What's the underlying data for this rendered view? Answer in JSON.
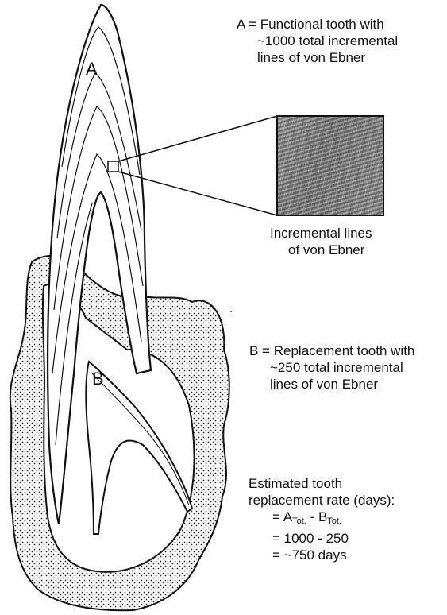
{
  "labels": {
    "tooth_a_letter": "A",
    "tooth_b_letter": "B",
    "a_desc": {
      "key": "A =",
      "line1": "Functional tooth with",
      "line2": "~1000 total incremental",
      "line3": "lines of von Ebner"
    },
    "inset_caption": {
      "line1": "Incremental lines",
      "line2": "of von Ebner"
    },
    "b_desc": {
      "key": "B =",
      "line1": "Replacement tooth with",
      "line2": "~250 total incremental",
      "line3": "lines of von Ebner"
    },
    "estimate": {
      "line1": "Estimated tooth",
      "line2": "replacement rate (days):",
      "eq1_eq": "=",
      "eq1_a": "A",
      "eq1_a_sub": "Tot.",
      "eq1_minus": "-",
      "eq1_b": "B",
      "eq1_b_sub": "Tot.",
      "eq2": "= 1000 - 250",
      "eq3": "= ~750 days"
    }
  },
  "colors": {
    "ink": "#111111",
    "stipple": "#2a2a2a",
    "inset_dark": "#505050",
    "inset_light": "#cfcfcf"
  }
}
